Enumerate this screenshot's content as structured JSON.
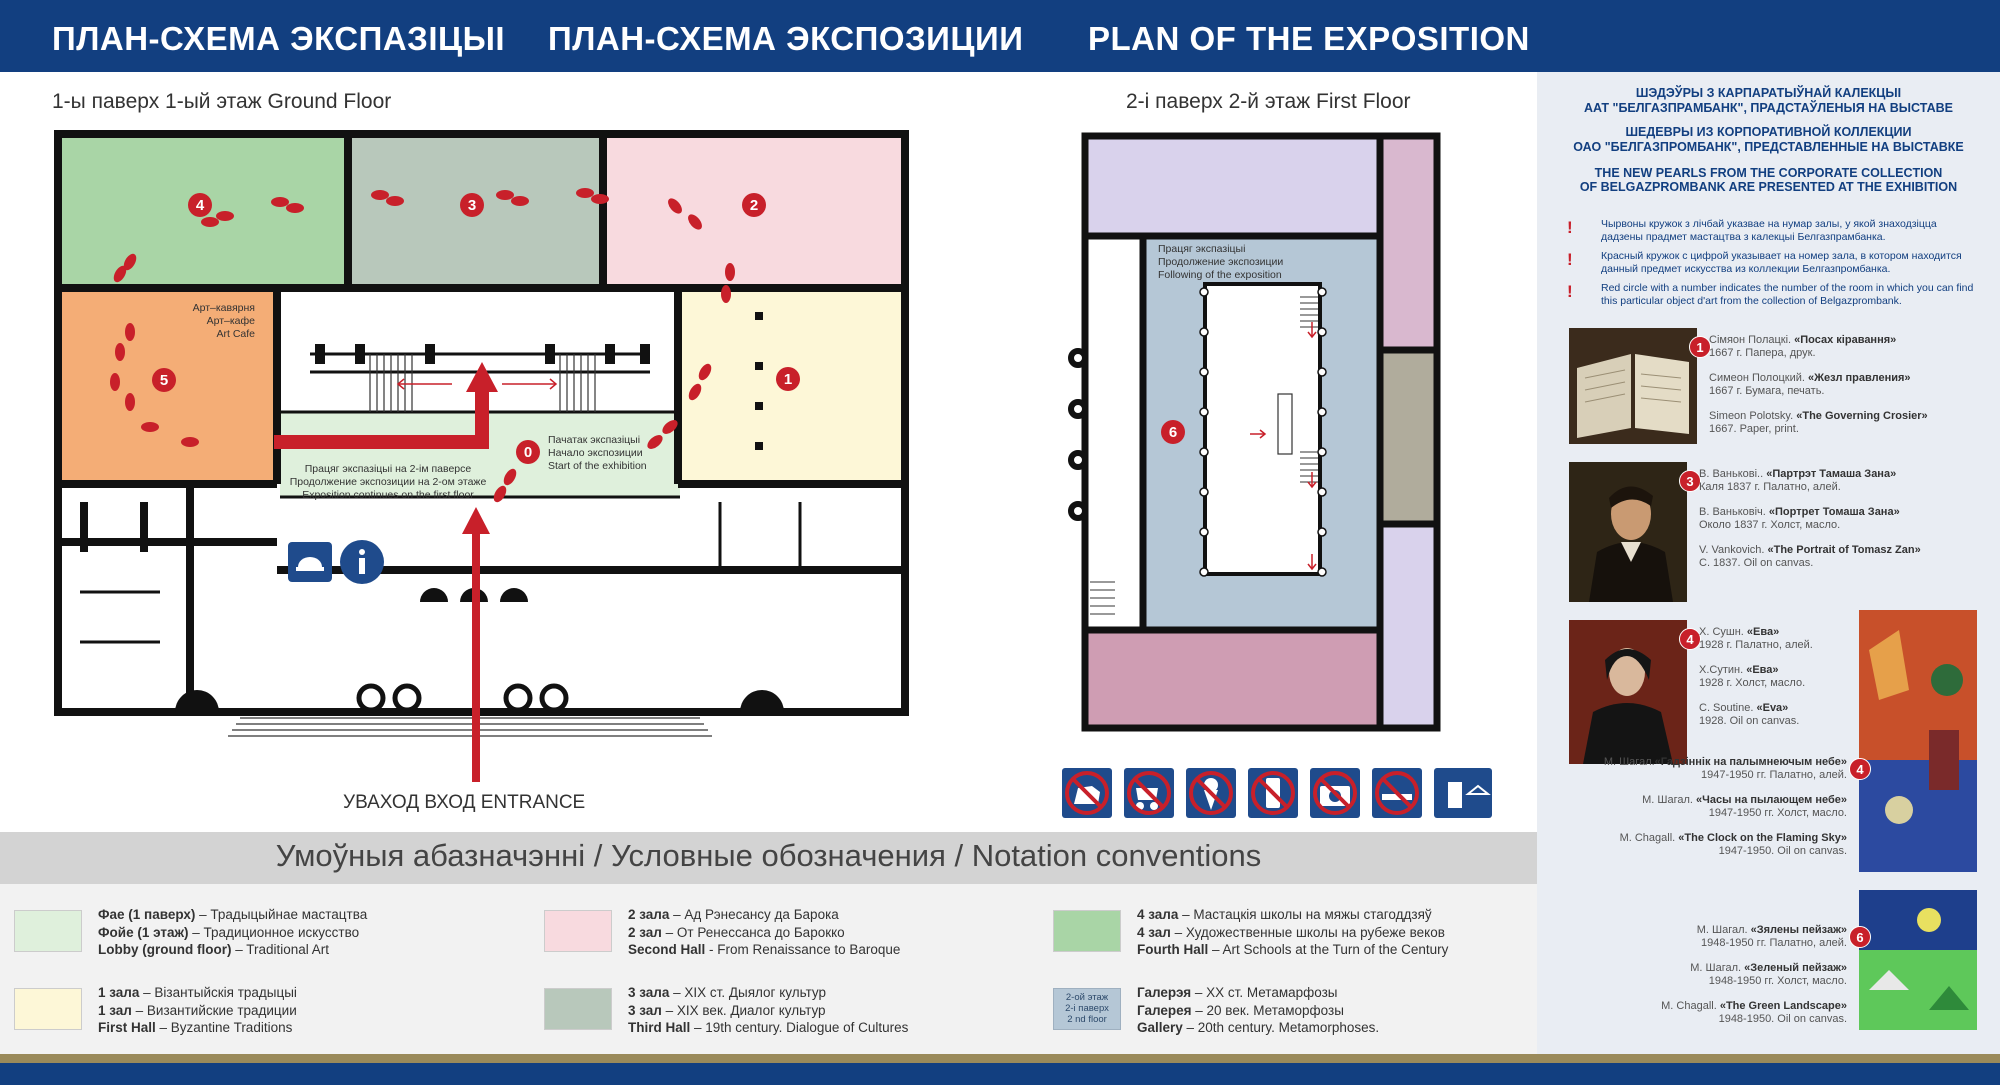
{
  "header": {
    "title_be": "ПЛАН-СХЕМА ЭКСПАЗІЦЫІ",
    "title_ru": "ПЛАН-СХЕМА ЭКСПОЗИЦИИ",
    "title_en": "PLAN OF THE EXPOSITION"
  },
  "ground_floor": {
    "label": "1-ы паверх   1-ый этаж   Ground Floor",
    "cafe_label": [
      "Арт–кавярня",
      "Арт–кафе",
      "Art Cafe"
    ],
    "continue_label": [
      "Працяг экспазіцыі на 2-ім паверсе",
      "Продолжение экспозиции на 2-ом этаже",
      "Exposition continues on the first floor"
    ],
    "start_label": [
      "Пачатак экспазіцыі",
      "Начало экспозиции",
      "Start of the exhibition"
    ],
    "entrance_label": "УВАХОД   ВХОД   ENTRANCE",
    "rooms": [
      "0",
      "1",
      "2",
      "3",
      "4",
      "5"
    ]
  },
  "first_floor": {
    "label": "2-і паверх   2-й этаж   First Floor",
    "following_label": [
      "Працяг экспазіцыі",
      "Продолжение экспозиции",
      "Following of the exposition"
    ],
    "room": "6"
  },
  "prohibition_icons": [
    "no-pets-icon",
    "no-strollers-icon",
    "no-ice-cream-icon",
    "no-phones-icon",
    "no-photo-icon",
    "no-smoking-icon",
    "cloakroom-icon"
  ],
  "legend": {
    "title": "Умоўныя абазначэнні / Условные обозначения / Notation conventions",
    "items": [
      {
        "color": "#dff0dc",
        "lines": [
          [
            "Фае (1 паверх)",
            " – Традыцыйнае мастацтва"
          ],
          [
            "Фойе (1 этаж)",
            " – Традиционное искусство"
          ],
          [
            "Lobby (ground floor)",
            " – Traditional Art"
          ]
        ]
      },
      {
        "color": "#fdf7d7",
        "lines": [
          [
            "1 зала",
            " – Візантыйскія традыцыі"
          ],
          [
            "1 зал",
            " – Византийские традиции"
          ],
          [
            "First Hall",
            " – Byzantine Traditions"
          ]
        ]
      },
      {
        "color": "#f8dadf",
        "lines": [
          [
            "2 зала",
            " – Ад Рэнесансу да Барока"
          ],
          [
            "2 зал",
            " – От Ренессанса до Барокко"
          ],
          [
            "Second Hall",
            " - From Renaissance to Baroque"
          ]
        ]
      },
      {
        "color": "#b8c8bb",
        "lines": [
          [
            "3 зала",
            " – XIX ст. Дыялог культур"
          ],
          [
            "3 зал",
            " – XIX век. Диалог культур"
          ],
          [
            "Third Hall",
            " – 19th century. Dialogue of Cultures"
          ]
        ]
      },
      {
        "color": "#a9d5a6",
        "lines": [
          [
            "4 зала",
            " – Мастацкія школы на мяжы стагоддзяў"
          ],
          [
            "4 зал",
            " – Художественные школы на рубеже веков"
          ],
          [
            "Fourth Hall",
            " – Art Schools at the Turn of the Century"
          ]
        ]
      },
      {
        "color": "#b5c7d6",
        "lines": [
          [
            "Галерэя",
            " – XX ст. Метамарфозы"
          ],
          [
            "Галерея",
            " – 20 век. Метаморфозы"
          ],
          [
            "Gallery",
            " – 20th century. Metamorphoses."
          ]
        ]
      }
    ],
    "gallery_swatch": [
      "2-ой этаж",
      "2-і паверх",
      "2 nd floor"
    ]
  },
  "side": {
    "heading_be": [
      "ШЭДЭЎРЫ З КАРПАРАТЫЎНАЙ КАЛЕКЦЫІ",
      "ААТ \"БЕЛГАЗПРАМБАНК\", ПРАДСТАЎЛЕНЫЯ НА ВЫСТАВЕ"
    ],
    "heading_ru": [
      "ШЕДЕВРЫ ИЗ КОРПОРАТИВНОЙ КОЛЛЕКЦИИ",
      "ОАО \"БЕЛГАЗПРОМБАНК\", ПРЕДСТАВЛЕННЫЕ НА ВЫСТАВКЕ"
    ],
    "heading_en": [
      "THE NEW PEARLS FROM THE CORPORATE COLLECTION",
      "OF BELGAZPROMBANK ARE PRESENTED AT THE EXHIBITION"
    ],
    "notes": [
      "Чырвоны кружок з лічбай указвае на нумар залы, у якой знаходзіцца дадзены прадмет мастацтва з калекцыі Белгазпрамбанка.",
      "Красный кружок с цифрой указывает на номер зала, в котором находится данный предмет искусства из коллекции Белгазпромбанка.",
      "Red circle with a number indicates the number of the room in which you can find this particular object d'art from the collection of Belgazprombank."
    ],
    "artworks": [
      {
        "badge": "1",
        "captions": [
          [
            "Сімяон Полацкі. ",
            "«Посах кіравання»",
            "1667 г. Папера, друк."
          ],
          [
            "Симеон Полоцкий. ",
            "«Жезл правления»",
            "1667 г. Бумага, печать."
          ],
          [
            "Simeon Polotsky. ",
            "«The Governing Crosier»",
            "1667. Paper, print."
          ]
        ]
      },
      {
        "badge": "3",
        "captions": [
          [
            "В. Ванькові.. ",
            "«Партрэт Тамаша Зана»",
            "Каля 1837 г. Палатно, алей."
          ],
          [
            "В. Ваньковіч. ",
            "«Портрет Томаша Зана»",
            "Около 1837 г. Холст, масло."
          ],
          [
            "V. Vankovich. ",
            "«The Portrait of Tomasz Zan»",
            "C. 1837. Oil on canvas."
          ]
        ]
      },
      {
        "badge": "4",
        "captions": [
          [
            "Х. Сушн. ",
            "«Ева»",
            "1928 г. Палатно, алей."
          ],
          [
            "Х.Сутин. ",
            "«Ева»",
            "1928 г. Холст, масло."
          ],
          [
            "C. Soutine. ",
            "«Eva»",
            "1928. Oil on canvas."
          ]
        ]
      },
      {
        "badge": "4",
        "captions": [
          [
            "М. Шагал.",
            "«Гадзіннік на палымнеючым небе»",
            "1947-1950 гг. Палатно, алей."
          ],
          [
            "М. Шагал. ",
            "«Часы на пылающем небе»",
            "1947-1950 гг. Холст, масло."
          ],
          [
            "M. Chagall. ",
            "«The Clock on the Flaming Sky»",
            "1947-1950. Oil on canvas."
          ]
        ]
      },
      {
        "badge": "6",
        "captions": [
          [
            "М. Шагал. ",
            "«Зялены пейзаж»",
            "1948-1950 гг. Палатно, алей."
          ],
          [
            "М. Шагал. ",
            "«Зеленый пейзаж»",
            "1948-1950 гг. Холст, масло."
          ],
          [
            "M. Chagall. ",
            "«The Green Landscape»",
            "1948-1950. Oil on canvas."
          ]
        ]
      }
    ]
  },
  "colors": {
    "brand_blue": "#123f80",
    "route_red": "#c8202a"
  }
}
